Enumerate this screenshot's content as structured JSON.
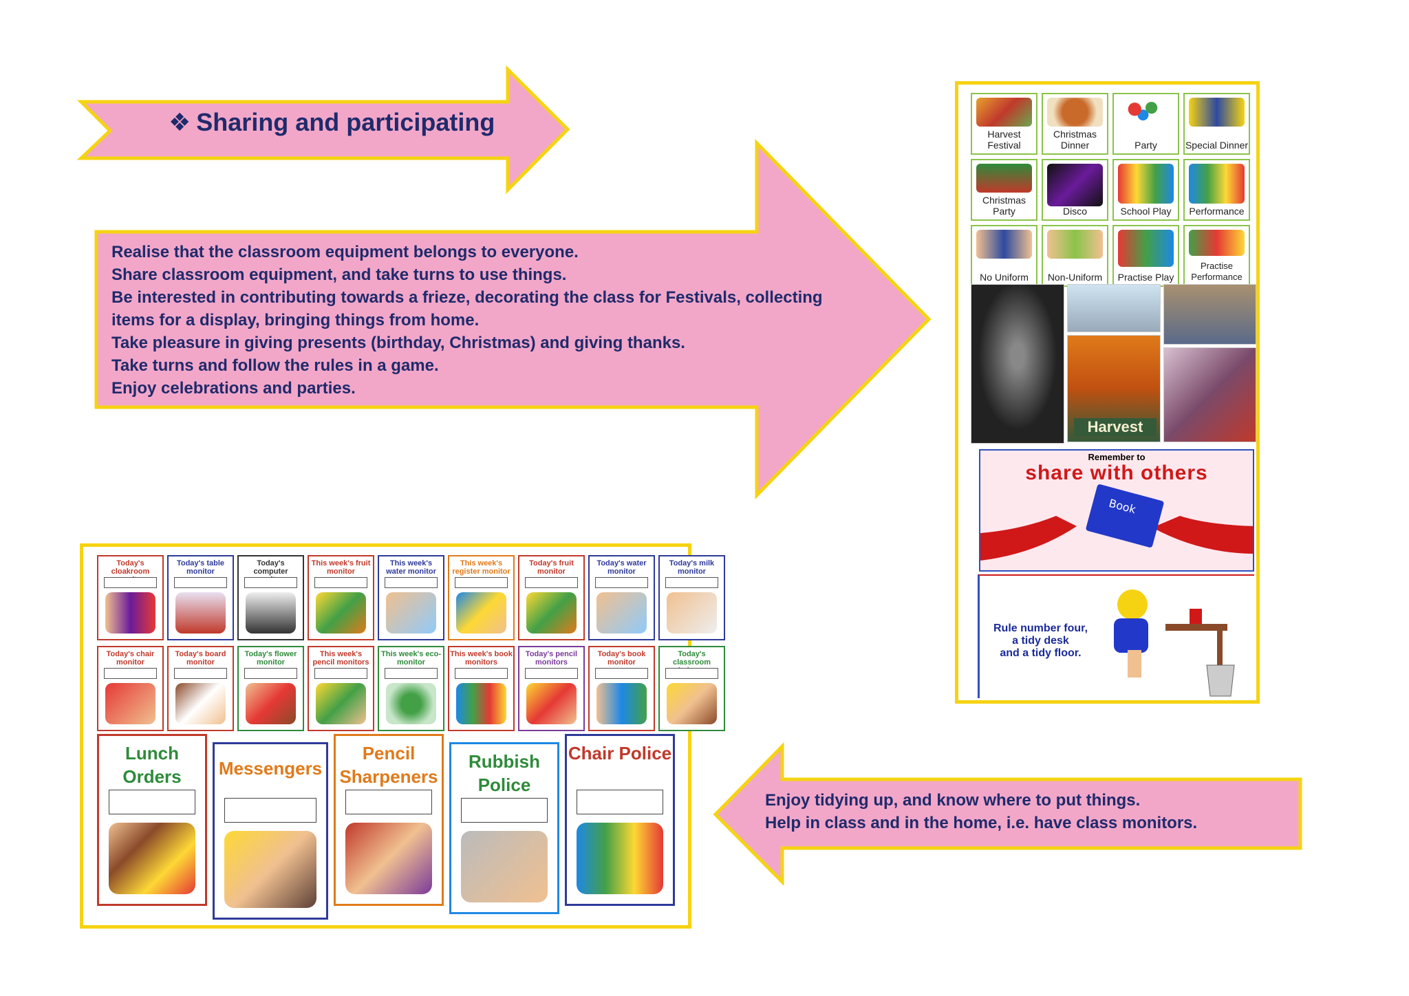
{
  "heading": {
    "bullet": "❖",
    "title": "Sharing and participating"
  },
  "main_text": {
    "lines": [
      "Realise that the classroom equipment belongs to everyone.",
      "Share classroom equipment, and take turns to use things.",
      "Be interested in contributing towards a frieze, decorating the class for Festivals, collecting",
      "items for a display, bringing things from home.",
      "Take pleasure in giving presents (birthday, Christmas) and giving thanks.",
      "Take turns and follow the rules in a game.",
      "Enjoy celebrations and parties."
    ]
  },
  "bottom_text": {
    "lines": [
      "Enjoy tidying up, and know where to put things.",
      "Help in class and in the home, i.e. have class monitors."
    ]
  },
  "colors": {
    "arrow_fill": "#f2a7c9",
    "arrow_border": "#f5d312",
    "text": "#1f2a6b"
  },
  "event_cards": [
    {
      "label": "Harvest Festival"
    },
    {
      "label": "Christmas Dinner"
    },
    {
      "label": "Party"
    },
    {
      "label": "Special Dinner"
    },
    {
      "label": "Christmas Party"
    },
    {
      "label": "Disco"
    },
    {
      "label": "School Play"
    },
    {
      "label": "Performance"
    },
    {
      "label": "No Uniform"
    },
    {
      "label": "Non-Uniform"
    },
    {
      "label": "Practise Play"
    },
    {
      "label": "Practise Performance"
    }
  ],
  "photos": {
    "harvest_label": "Harvest"
  },
  "share_card": {
    "small": "Remember to",
    "title": "share with others",
    "book_label": "Book"
  },
  "rule_card": {
    "line1": "Rule number four,",
    "line2": "a tidy desk",
    "line3": "and a tidy floor."
  },
  "monitor_cards": [
    {
      "label": "Today's cloakroom monitor",
      "color": "#c0392b"
    },
    {
      "label": "Today's table monitor",
      "color": "#2e3a9a"
    },
    {
      "label": "Today's computer monitors",
      "color": "#333333"
    },
    {
      "label": "This week's fruit monitor",
      "color": "#c0392b"
    },
    {
      "label": "This week's water monitor",
      "color": "#2e3a9a"
    },
    {
      "label": "This week's register monitor",
      "color": "#e07a1a"
    },
    {
      "label": "Today's fruit monitor",
      "color": "#c0392b"
    },
    {
      "label": "Today's water monitor",
      "color": "#2e3a9a"
    },
    {
      "label": "Today's milk monitor",
      "color": "#2e3a9a"
    },
    {
      "label": "Today's chair monitor",
      "color": "#c0392b"
    },
    {
      "label": "Today's board monitor",
      "color": "#c0392b"
    },
    {
      "label": "Today's flower monitor",
      "color": "#2e8b3a"
    },
    {
      "label": "This week's pencil monitors",
      "color": "#c0392b"
    },
    {
      "label": "This week's eco-monitor",
      "color": "#2e8b3a"
    },
    {
      "label": "This week's book monitors",
      "color": "#c0392b"
    },
    {
      "label": "Today's pencil monitors",
      "color": "#7a3a9a"
    },
    {
      "label": "Today's book monitor",
      "color": "#c0392b"
    },
    {
      "label": "Today's classroom helpers",
      "color": "#2e8b3a"
    }
  ],
  "big_cards": [
    {
      "label": "Lunch Orders",
      "color": "#2e8b3a"
    },
    {
      "label": "Messengers",
      "color": "#e07a1a"
    },
    {
      "label": "Pencil Sharpeners",
      "color": "#e07a1a"
    },
    {
      "label": "Rubbish Police",
      "color": "#2e8b3a"
    },
    {
      "label": "Chair Police",
      "color": "#c0392b"
    }
  ]
}
